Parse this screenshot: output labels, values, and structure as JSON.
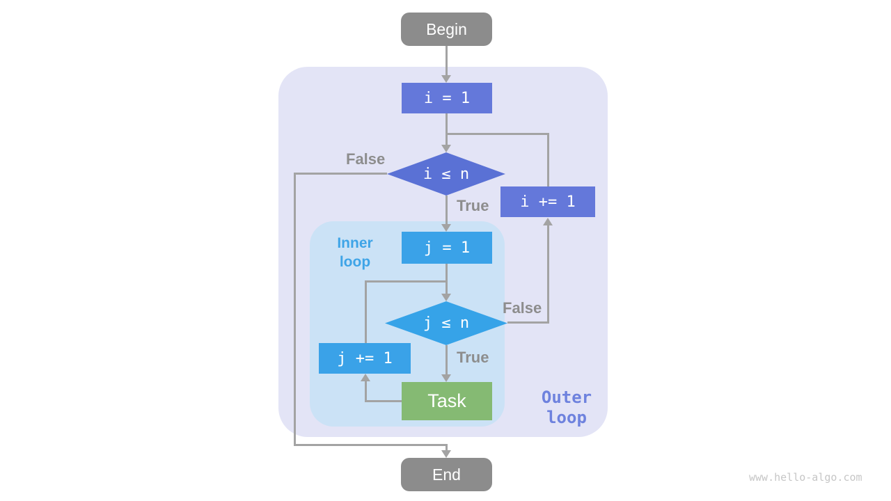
{
  "diagram": {
    "watermark": "www.hello-algo.com",
    "colors": {
      "terminal_gray": "#8c8c8c",
      "process_purple": "#6478da",
      "decision_purple": "#5a71d5",
      "process_blue": "#3aa2e8",
      "decision_blue": "#36a3e8",
      "task_green": "#85ba73",
      "outer_region_bg": "#e3e4f6",
      "inner_region_bg": "#cbe2f6",
      "arrow_gray": "#a3a3a3",
      "edge_label_gray": "#8d8d8d",
      "inner_label_blue": "#3ea4e7",
      "outer_label_purple": "#6e82de",
      "watermark_gray": "#c6c6c6",
      "text_white": "#ffffff"
    },
    "regions": {
      "outer": {
        "line1": "Outer",
        "line2": "loop"
      },
      "inner": {
        "line1": "Inner",
        "line2": "loop"
      }
    },
    "nodes": {
      "begin": {
        "label": "Begin",
        "type": "terminal"
      },
      "i_init": {
        "label": "i = 1",
        "type": "process"
      },
      "i_cond": {
        "label": "i ≤ n",
        "type": "decision"
      },
      "i_inc": {
        "label": "i += 1",
        "type": "process"
      },
      "j_init": {
        "label": "j = 1",
        "type": "process"
      },
      "j_cond": {
        "label": "j ≤ n",
        "type": "decision"
      },
      "j_inc": {
        "label": "j += 1",
        "type": "process"
      },
      "task": {
        "label": "Task",
        "type": "process"
      },
      "end": {
        "label": "End",
        "type": "terminal"
      }
    },
    "edge_labels": {
      "i_false": "False",
      "i_true": "True",
      "j_false": "False",
      "j_true": "True"
    },
    "edges": [
      {
        "from": "begin",
        "to": "i_init"
      },
      {
        "from": "i_init",
        "to": "i_cond"
      },
      {
        "from": "i_cond",
        "to": "j_init",
        "label": "True"
      },
      {
        "from": "i_cond",
        "to": "end",
        "label": "False"
      },
      {
        "from": "j_init",
        "to": "j_cond"
      },
      {
        "from": "j_cond",
        "to": "task",
        "label": "True"
      },
      {
        "from": "j_cond",
        "to": "i_inc",
        "label": "False"
      },
      {
        "from": "task",
        "to": "j_inc"
      },
      {
        "from": "j_inc",
        "to": "j_cond"
      },
      {
        "from": "i_inc",
        "to": "i_cond"
      }
    ]
  }
}
